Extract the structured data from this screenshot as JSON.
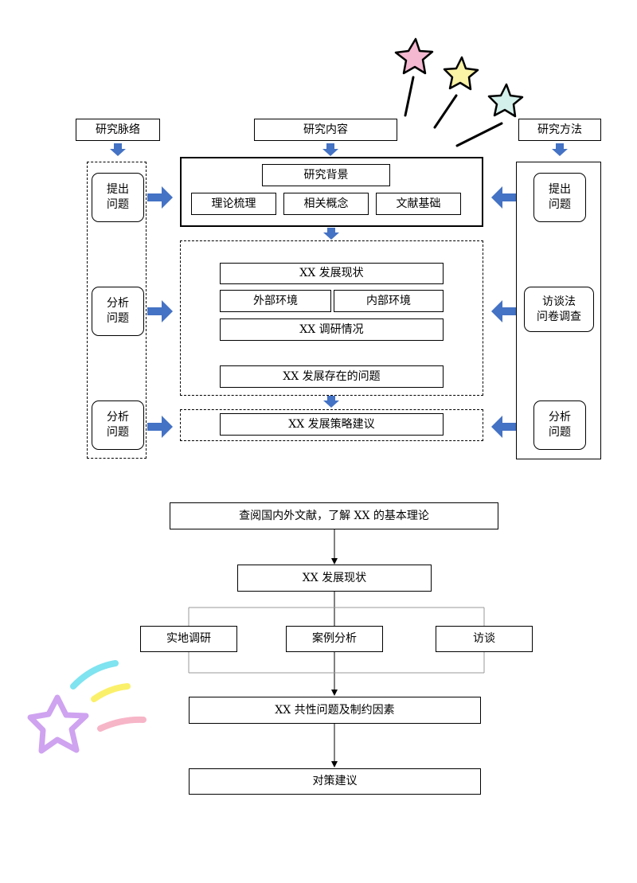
{
  "top_diagram": {
    "col_heads": {
      "left": "研究脉络",
      "center": "研究内容",
      "right": "研究方法"
    },
    "left_steps": [
      "提出\n问题",
      "分析\n问题",
      "分析\n问题"
    ],
    "right_methods": [
      "提出\n问题",
      "访谈法\n问卷调查",
      "分析\n问题"
    ],
    "block1": {
      "title": "研究背景",
      "items": [
        "理论梳理",
        "相关概念",
        "文献基础"
      ]
    },
    "block2": {
      "current": "XX 发展现状",
      "external": "外部环境",
      "internal": "内部环境",
      "survey": "XX 调研情况",
      "problems": "XX 发展存在的问题"
    },
    "block3": {
      "suggest": "XX 发展策略建议"
    }
  },
  "bottom_flow": {
    "literature": "查阅国内外文献，了解 XX 的基本理论",
    "current": "XX 发展现状",
    "methods": [
      "实地调研",
      "案例分析",
      "访谈"
    ],
    "common": "XX 共性问题及制约因素",
    "countermeasure": "对策建议"
  },
  "colors": {
    "arrow_blue": "#4472c4",
    "star_pink": "#f4b8d0",
    "star_yellow": "#fbf3a6",
    "star_mint": "#d4f0ea",
    "star_purple": "#cfa3f0",
    "streak_cyan": "#7fe3f0",
    "streak_yellow": "#fbf06a",
    "streak_pink": "#f7b5c8"
  }
}
